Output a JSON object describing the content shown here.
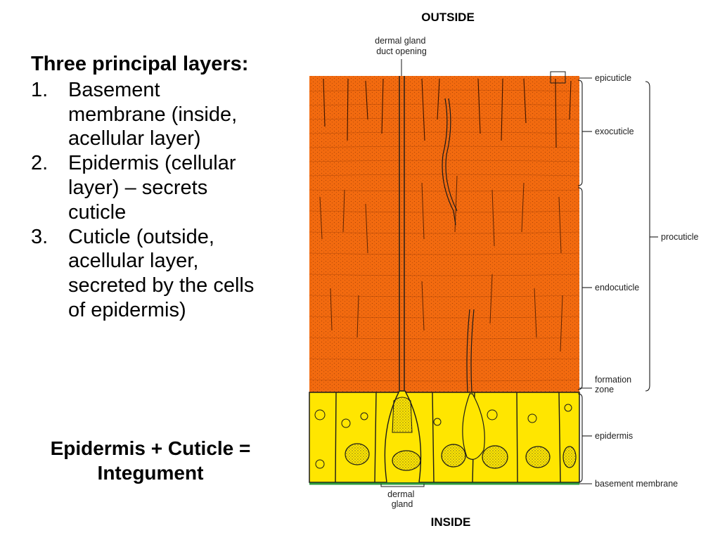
{
  "slide": {
    "heading": "Three principal layers:",
    "layers": [
      {
        "number": "1.",
        "lines": [
          "Basement",
          "membrane (inside,",
          "acellular layer)"
        ]
      },
      {
        "number": "2.",
        "lines": [
          "Epidermis (cellular",
          "layer) – secrets",
          "cuticle"
        ]
      },
      {
        "number": "3.",
        "lines": [
          "Cuticle (outside,",
          "acellular layer,",
          "secreted by the cells",
          "of epidermis)"
        ]
      }
    ],
    "summary_lines": [
      "Epidermis + Cuticle =",
      "Integument"
    ]
  },
  "diagram": {
    "outside": "OUTSIDE",
    "inside": "INSIDE",
    "duct_label": [
      "dermal gland",
      "duct opening"
    ],
    "gland_label": [
      "dermal",
      "gland"
    ],
    "labels": {
      "epicuticle": "epicuticle",
      "exocuticle": "exocuticle",
      "procuticle": "procuticle",
      "endocuticle": "endocuticle",
      "formation": [
        "formation",
        "zone"
      ],
      "epidermis": "epidermis",
      "basement": "basement membrane"
    },
    "colors": {
      "cuticle": "#f26a0f",
      "epidermis": "#ffe600",
      "basement_membrane": "#2e9d3c",
      "outline": "#1a1a1a"
    }
  }
}
